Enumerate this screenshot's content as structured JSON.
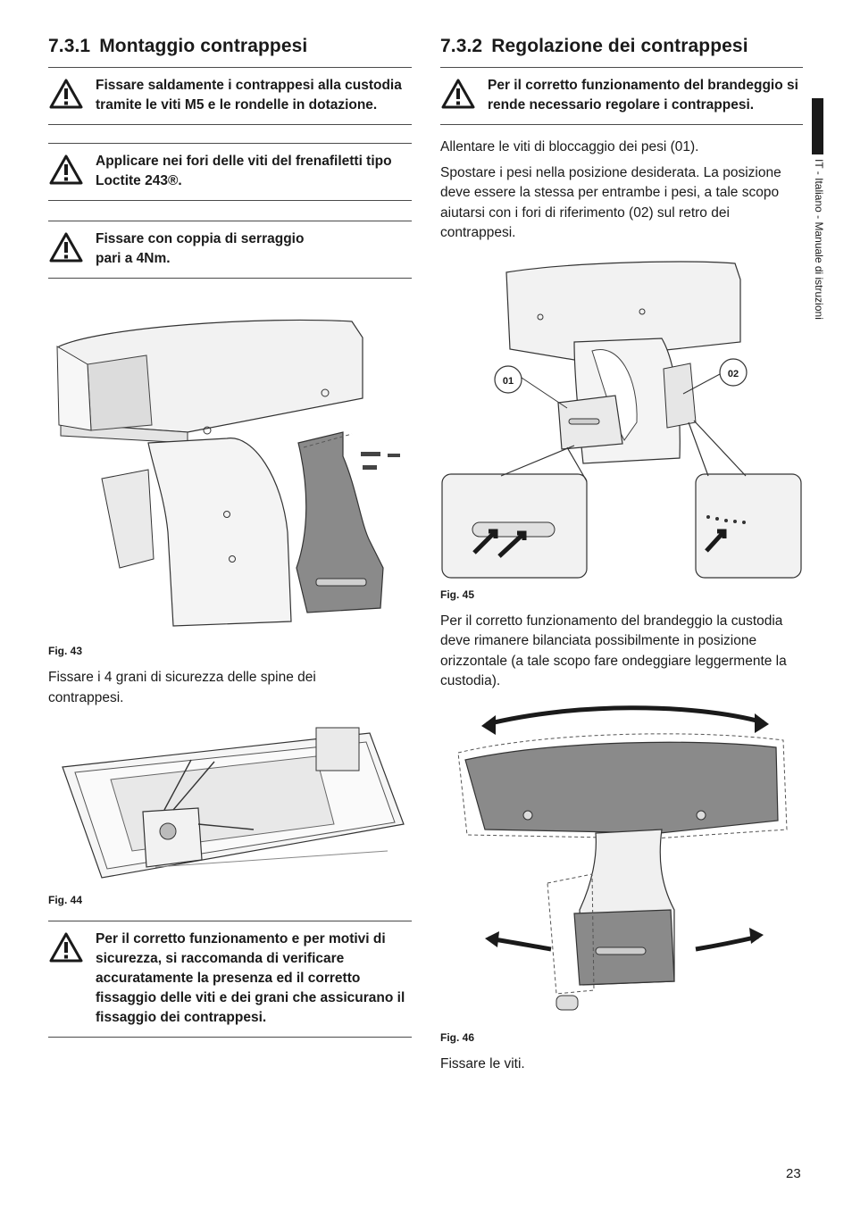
{
  "sections": {
    "left": {
      "number": "7.3.1",
      "title": "Montaggio contrappesi",
      "warnings": [
        "Fissare saldamente i contrappesi alla custodia tramite le viti M5 e le rondelle in dotazione.",
        "Applicare nei fori delle viti del frenafiletti tipo Loctite 243®.",
        "Fissare con coppia di serraggio pari a 4Nm."
      ],
      "fig43_caption": "Fig. 43",
      "text_after_fig43": "Fissare i 4 grani di sicurezza delle spine dei contrappesi.",
      "fig44_caption": "Fig. 44",
      "final_warning": "Per il corretto funzionamento e per motivi di sicurezza, si raccomanda di verificare accuratamente la presenza ed il corretto fissaggio delle viti e dei grani che assicurano il fissaggio dei contrappesi."
    },
    "right": {
      "number": "7.3.2",
      "title": "Regolazione dei contrappesi",
      "warning": "Per il corretto funzionamento del brandeggio si rende necessario regolare i contrappesi.",
      "para1": "Allentare le viti di bloccaggio dei pesi (01).",
      "para2": "Spostare i pesi nella posizione desiderata. La posizione deve essere la stessa per entrambe i pesi, a tale scopo aiutarsi con i fori di riferimento (02) sul retro dei contrappesi.",
      "callout_01": "01",
      "callout_02": "02",
      "fig45_caption": "Fig. 45",
      "para3": "Per il corretto funzionamento del brandeggio la custodia deve rimanere bilanciata possibilmente in posizione orizzontale (a tale scopo fare ondeggiare leggermente la custodia).",
      "fig46_caption": "Fig. 46",
      "para4": "Fissare le viti."
    }
  },
  "side_label": "IT - Italiano - Manuale di istruzioni",
  "page_number": "23",
  "colors": {
    "text": "#1a1a1a",
    "rule": "#4a4a4a",
    "figure_fill": "#f2f2f2",
    "figure_dark": "#8a8a8a"
  },
  "icons": {
    "warning": "warning-triangle-icon"
  }
}
